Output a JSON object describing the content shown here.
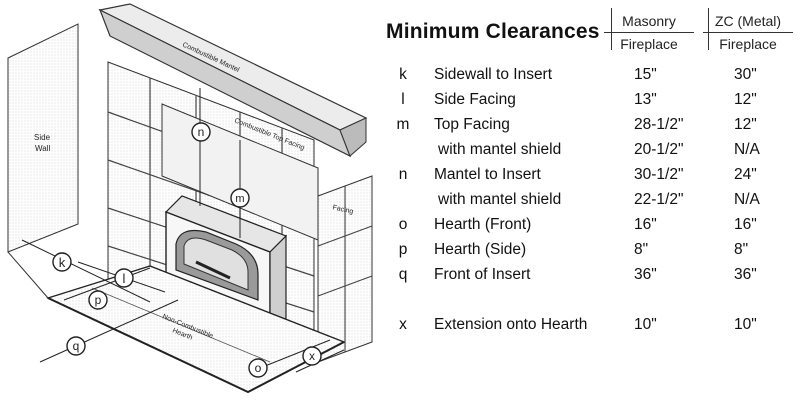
{
  "diagram": {
    "labels": {
      "side_wall": [
        "Side",
        "Wall"
      ],
      "combustible_mantel": "Combustible Mantel",
      "combustible_top_facing": "Combustible Top Facing",
      "facing": "Facing",
      "non_combustible_hearth": [
        "Non-Combustible",
        "Hearth"
      ]
    },
    "callouts": {
      "k": "k",
      "l": "l",
      "p": "p",
      "q": "q",
      "n": "n",
      "m": "m",
      "o": "o",
      "x": "x"
    }
  },
  "table": {
    "title": "Minimum Clearances",
    "col_masonry": [
      "Masonry",
      "Fireplace"
    ],
    "col_zc": [
      "ZC (Metal)",
      "Fireplace"
    ],
    "rows": [
      {
        "letter": "k",
        "label": "Sidewall to Insert",
        "masonry": "15\"",
        "zc": "30\""
      },
      {
        "letter": "l",
        "label": "Side Facing",
        "masonry": "13\"",
        "zc": "12\""
      },
      {
        "letter": "m",
        "label": "Top Facing",
        "masonry": "28-1/2\"",
        "zc": "12\""
      },
      {
        "letter": "",
        "label": "with mantel shield",
        "masonry": "20-1/2\"",
        "zc": "N/A"
      },
      {
        "letter": "n",
        "label": "Mantel to Insert",
        "masonry": "30-1/2\"",
        "zc": "24\""
      },
      {
        "letter": "",
        "label": "with mantel shield",
        "masonry": "22-1/2\"",
        "zc": "N/A"
      },
      {
        "letter": "o",
        "label": "Hearth (Front)",
        "masonry": "16\"",
        "zc": "16\""
      },
      {
        "letter": "p",
        "label": "Hearth (Side)",
        "masonry": "8\"",
        "zc": "8\""
      },
      {
        "letter": "q",
        "label": "Front of Insert",
        "masonry": "36\"",
        "zc": "36\""
      },
      {
        "letter": "x",
        "label": "Extension onto Hearth",
        "masonry": "10\"",
        "zc": "10\""
      }
    ]
  }
}
